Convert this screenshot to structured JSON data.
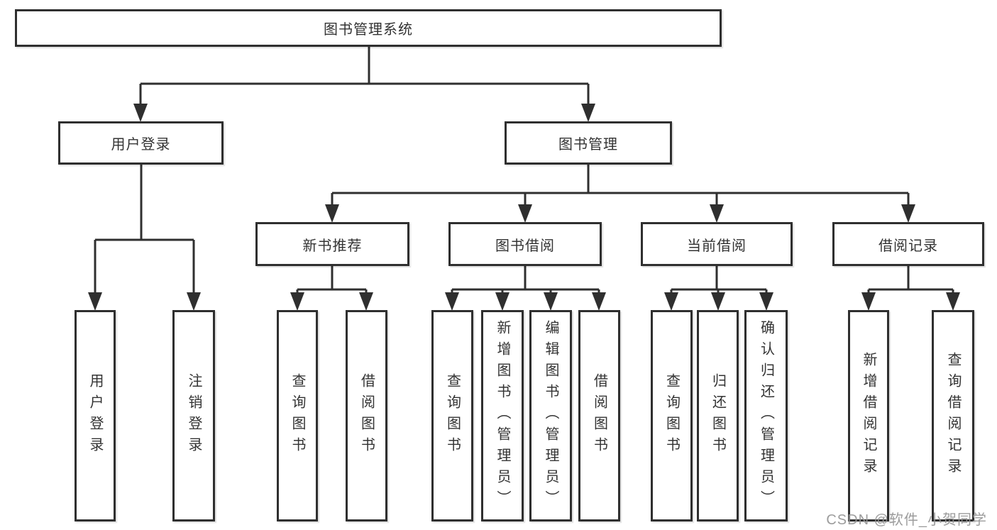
{
  "diagram": {
    "tree": {
      "label": "图书管理系统",
      "children": [
        {
          "label": "用户登录",
          "children": [
            {
              "label": "用户登录"
            },
            {
              "label": "注销登录"
            }
          ]
        },
        {
          "label": "图书管理",
          "children": [
            {
              "label": "新书推荐",
              "children": [
                {
                  "label": "查询图书"
                },
                {
                  "label": "借阅图书"
                }
              ]
            },
            {
              "label": "图书借阅",
              "children": [
                {
                  "label": "查询图书"
                },
                {
                  "label": "新增图书（管理员）"
                },
                {
                  "label": "编辑图书（管理员）"
                },
                {
                  "label": "借阅图书"
                }
              ]
            },
            {
              "label": "当前借阅",
              "children": [
                {
                  "label": "查询图书"
                },
                {
                  "label": "归还图书"
                },
                {
                  "label": "确认归还（管理员）"
                }
              ]
            },
            {
              "label": "借阅记录",
              "children": [
                {
                  "label": "新增借阅记录"
                },
                {
                  "label": "查询借阅记录"
                }
              ]
            }
          ]
        }
      ]
    },
    "colors": {
      "line": "#2f2f2f",
      "text": "#333333",
      "background": "#ffffff",
      "watermark": "#949494"
    }
  },
  "watermark": {
    "text": "CSDN @软件_小贺同学"
  }
}
